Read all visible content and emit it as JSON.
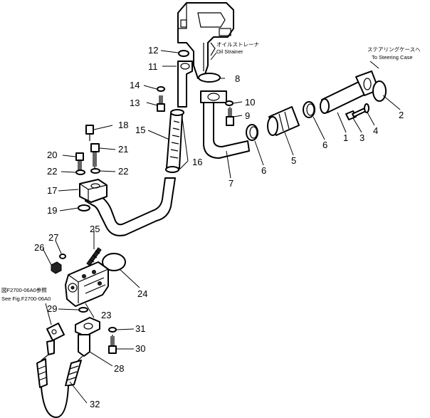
{
  "notes": {
    "strainer_jp": "オイルストレーナ",
    "strainer_en": "Oil Strainer",
    "steering_jp": "ステアリングケースへ",
    "steering_en": "To Steering Case",
    "ref_jp": "図F2700-06A0参照",
    "ref_en": "See Fig.F2700-06A0"
  },
  "callouts": [
    "1",
    "2",
    "3",
    "4",
    "5",
    "6",
    "6",
    "7",
    "8",
    "9",
    "10",
    "11",
    "12",
    "13",
    "14",
    "15",
    "16",
    "17",
    "18",
    "19",
    "20",
    "21",
    "22",
    "22",
    "23",
    "24",
    "25",
    "26",
    "27",
    "28",
    "29",
    "30",
    "31",
    "32"
  ]
}
